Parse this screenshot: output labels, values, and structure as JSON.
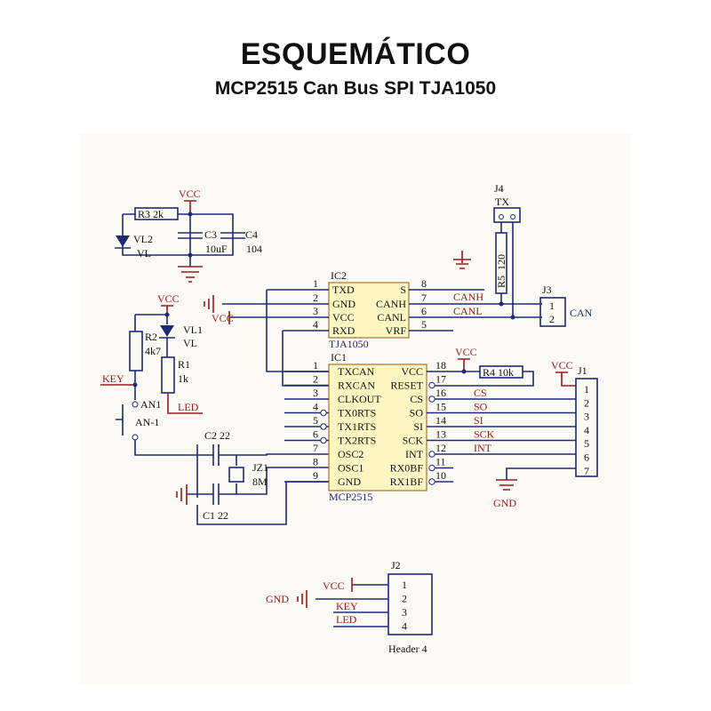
{
  "header": {
    "title": "ESQUEMÁTICO",
    "subtitle": "MCP2515 Can Bus SPI TJA1050"
  },
  "colors": {
    "wire": "#1c2a78",
    "net_label": "#a01818",
    "ic_fill": "#fdf6c3"
  },
  "ic2": {
    "ref": "IC2",
    "part": "TJA1050",
    "left_pins": [
      {
        "n": "1",
        "name": "TXD"
      },
      {
        "n": "2",
        "name": "GND"
      },
      {
        "n": "3",
        "name": "VCC"
      },
      {
        "n": "4",
        "name": "RXD"
      }
    ],
    "right_pins": [
      {
        "n": "8",
        "name": "S"
      },
      {
        "n": "7",
        "name": "CANH"
      },
      {
        "n": "6",
        "name": "CANL"
      },
      {
        "n": "5",
        "name": "VRF"
      }
    ],
    "nets": {
      "canh": "CANH",
      "canl": "CANL"
    }
  },
  "ic1": {
    "ref": "IC1",
    "part": "MCP2515",
    "left_pins": [
      {
        "n": "1",
        "name": "TXCAN"
      },
      {
        "n": "2",
        "name": "RXCAN"
      },
      {
        "n": "3",
        "name": "CLKOUT"
      },
      {
        "n": "4",
        "name": "TX0RTS"
      },
      {
        "n": "5",
        "name": "TX1RTS"
      },
      {
        "n": "6",
        "name": "TX2RTS"
      },
      {
        "n": "7",
        "name": "OSC2"
      },
      {
        "n": "8",
        "name": "OSC1"
      },
      {
        "n": "9",
        "name": "GND"
      }
    ],
    "right_pins": [
      {
        "n": "18",
        "name": "VCC"
      },
      {
        "n": "17",
        "name": "RESET"
      },
      {
        "n": "16",
        "name": "CS"
      },
      {
        "n": "15",
        "name": "SO"
      },
      {
        "n": "14",
        "name": "SI"
      },
      {
        "n": "13",
        "name": "SCK"
      },
      {
        "n": "12",
        "name": "INT"
      },
      {
        "n": "11",
        "name": "RX0BF"
      },
      {
        "n": "10",
        "name": "RX1BF"
      }
    ],
    "nets": [
      "CS",
      "SO",
      "SI",
      "SCK",
      "INT"
    ]
  },
  "components": {
    "r3": "R3  2k",
    "r4": "R4  10k",
    "r5_ref": "R5",
    "r5_val": "120",
    "r2_ref": "R2",
    "r2_val": "4k7",
    "r1_ref": "R1",
    "r1_val": "1k",
    "c3": "C3",
    "c3_val": "10uF",
    "c4": "C4",
    "c4_val": "104",
    "c2": "C2  22",
    "c1": "C1  22",
    "jz1": "JZ1",
    "jz1_val": "8M",
    "vl2": "VL2",
    "vl2_sub": "VL",
    "vl1": "VL1",
    "vl1_sub": "VL",
    "an1": "AN1",
    "an1_sub": "AN-1"
  },
  "connectors": {
    "j1": {
      "ref": "J1",
      "pins": [
        "1",
        "2",
        "3",
        "4",
        "5",
        "6",
        "7"
      ]
    },
    "j3": {
      "ref": "J3",
      "pins": [
        "1",
        "2"
      ],
      "label": "CAN"
    },
    "j4": {
      "ref": "J4",
      "label": "TX"
    },
    "j2": {
      "ref": "J2",
      "pins": [
        "1",
        "2",
        "3",
        "4"
      ],
      "part": "Header 4",
      "nets": [
        "VCC",
        "GND",
        "KEY",
        "LED"
      ]
    }
  },
  "net_labels": {
    "vcc": "VCC",
    "gnd": "GND",
    "key": "KEY",
    "led": "LED"
  }
}
